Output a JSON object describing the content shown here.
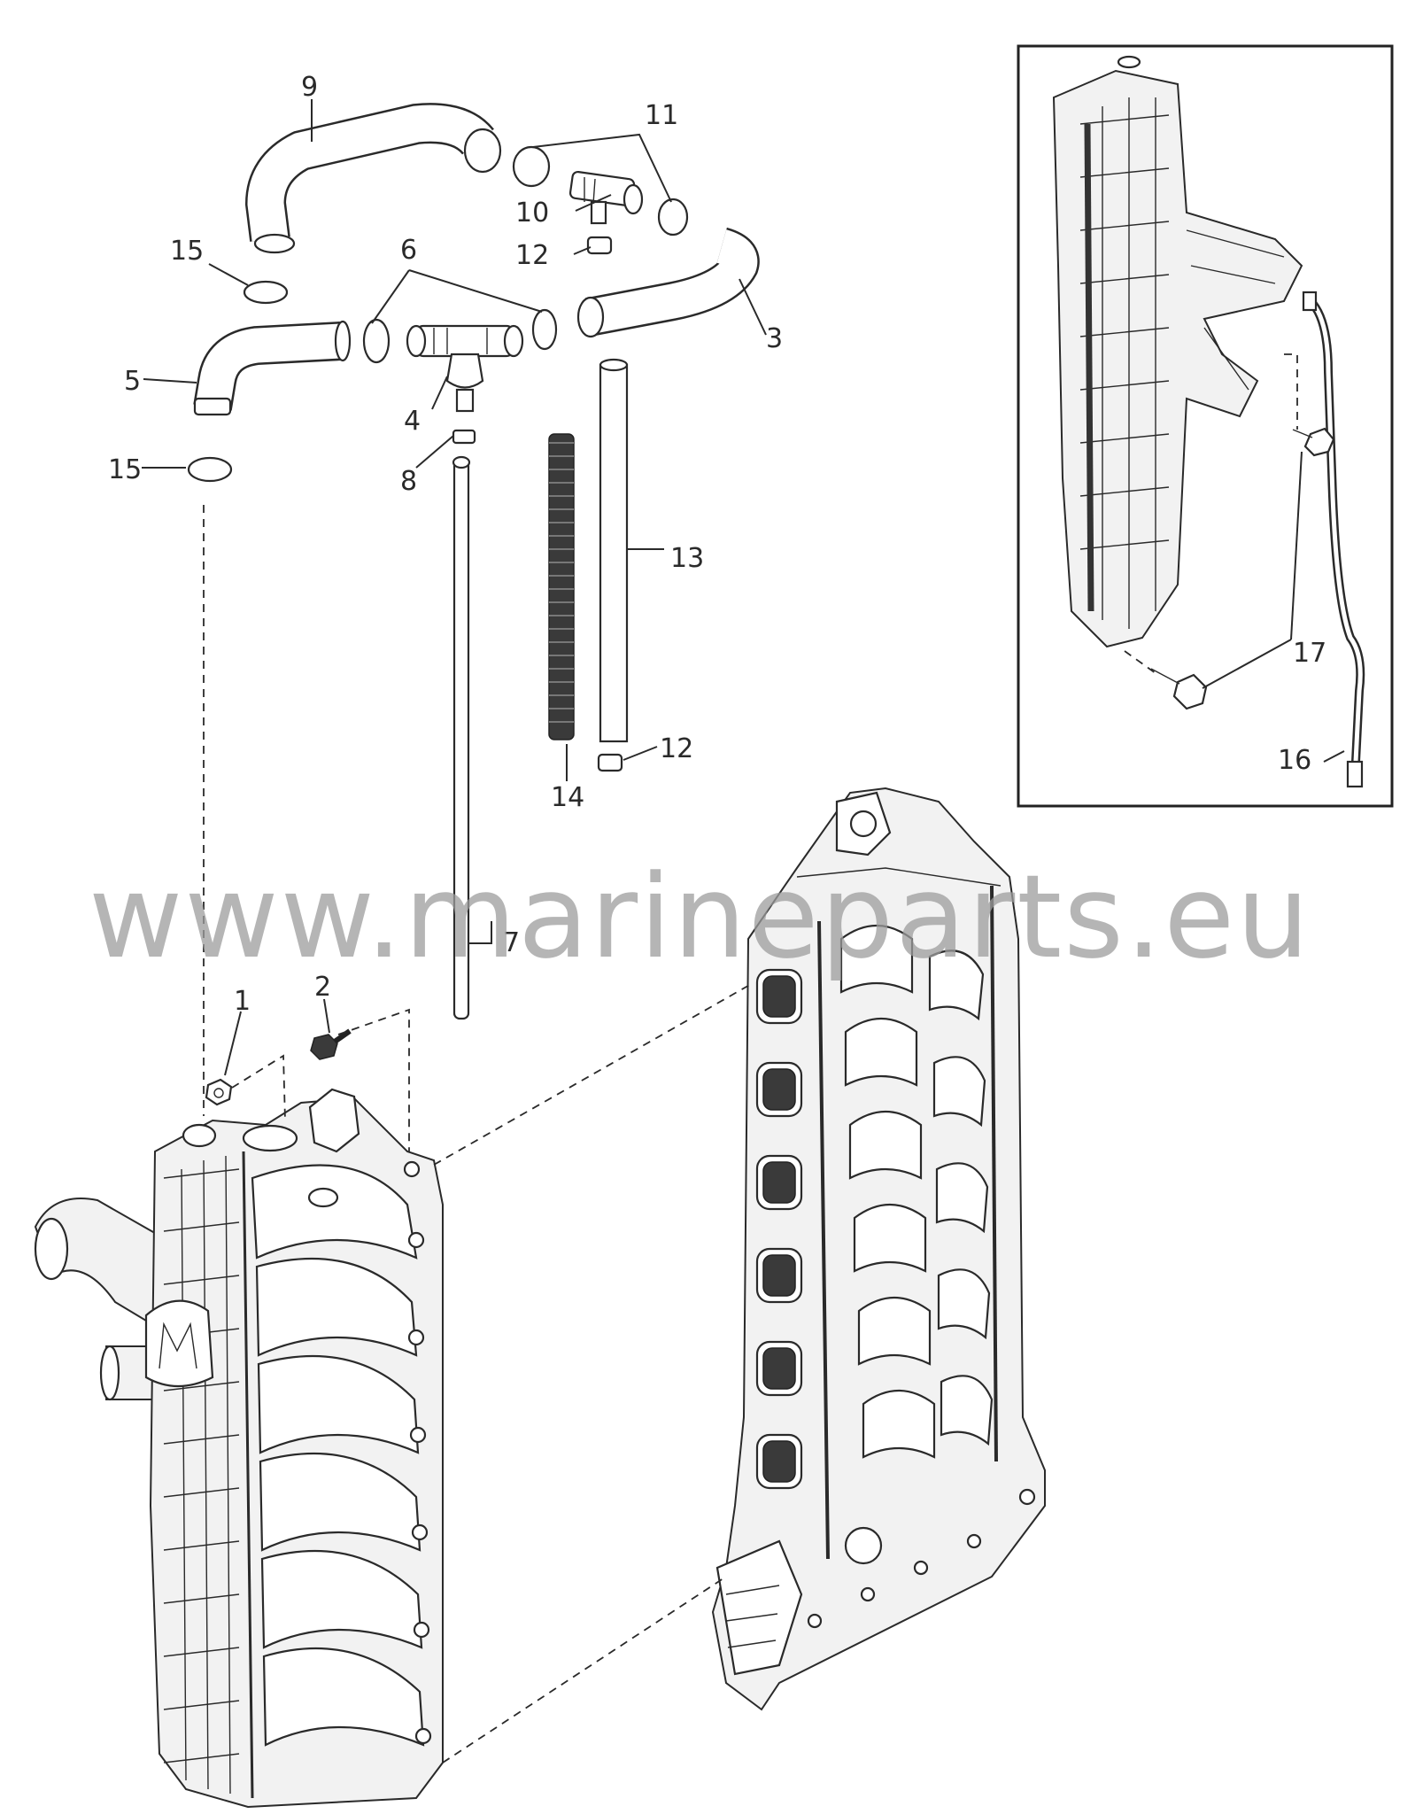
{
  "watermark": "www.marineparts.eu",
  "callouts": {
    "c1": "1",
    "c2": "2",
    "c3": "3",
    "c4": "4",
    "c5": "5",
    "c6": "6",
    "c7": "7",
    "c8": "8",
    "c9": "9",
    "c10": "10",
    "c11": "11",
    "c12a": "12",
    "c12b": "12",
    "c13": "13",
    "c14": "14",
    "c15a": "15",
    "c15b": "15",
    "c16": "16",
    "c17": "17"
  }
}
